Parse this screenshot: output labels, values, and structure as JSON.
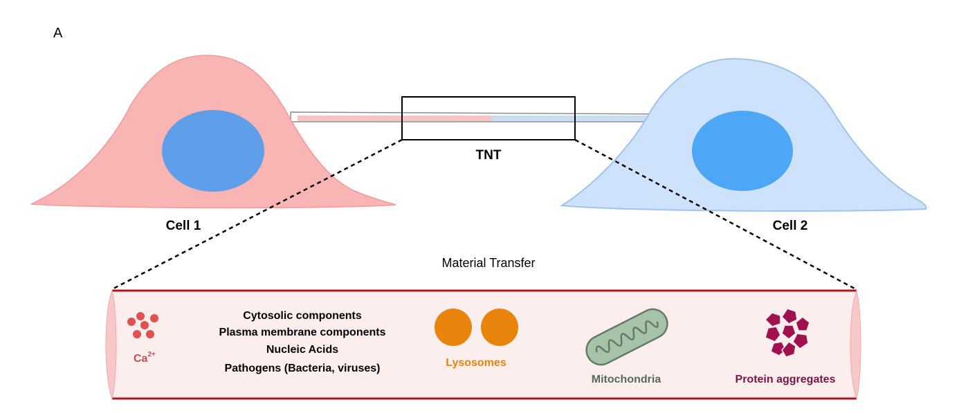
{
  "panel_letter": "A",
  "tnt_label": "TNT",
  "cell1_label": "Cell 1",
  "cell2_label": "Cell 2",
  "material_transfer_label": "Material Transfer",
  "calcium": {
    "base": "Ca",
    "sup": "2+"
  },
  "cargo_list": [
    "Cytosolic components",
    "Plasma membrane components",
    "Nucleic Acids",
    "Pathogens (Bacteria, viruses)"
  ],
  "lysosomes_label": "Lysosomes",
  "mitochondria_label": "Mitochondria",
  "protein_aggregates_label": "Protein aggregates",
  "colors": {
    "cell1_fill": "#f9b4b4",
    "cell2_fill": "#cfe2fb",
    "cell2_stroke": "#9fc3ef",
    "nucleus1": "#5f9ee9",
    "nucleus2": "#4ea6f6",
    "tube_fill": "#fdeeee",
    "tube_border": "#b3141b",
    "calcium": "#e2504f",
    "calcium_text": "#c0504d",
    "lysosome": "#e8830c",
    "mito_fill": "#a6c2a8",
    "mito_stroke": "#637a67",
    "mito_text": "#556b55",
    "aggregate": "#a0114f",
    "aggregate_text": "#7b1445"
  }
}
